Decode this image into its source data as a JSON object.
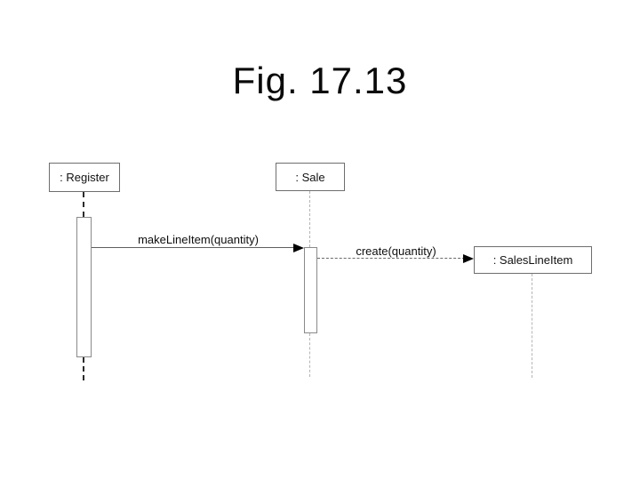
{
  "title": "Fig. 17.13",
  "diagram": {
    "type": "uml-sequence-diagram",
    "objects": [
      {
        "id": "register",
        "label": ": Register"
      },
      {
        "id": "sale",
        "label": ": Sale"
      },
      {
        "id": "saleslineitem",
        "label": ": SalesLineItem"
      }
    ],
    "messages": [
      {
        "from": ": Register",
        "to": ": Sale",
        "label": "makeLineItem(quantity)",
        "style": "solid"
      },
      {
        "from": ": Sale",
        "to": ": SalesLineItem",
        "label": "create(quantity)",
        "style": "dashed"
      }
    ]
  }
}
